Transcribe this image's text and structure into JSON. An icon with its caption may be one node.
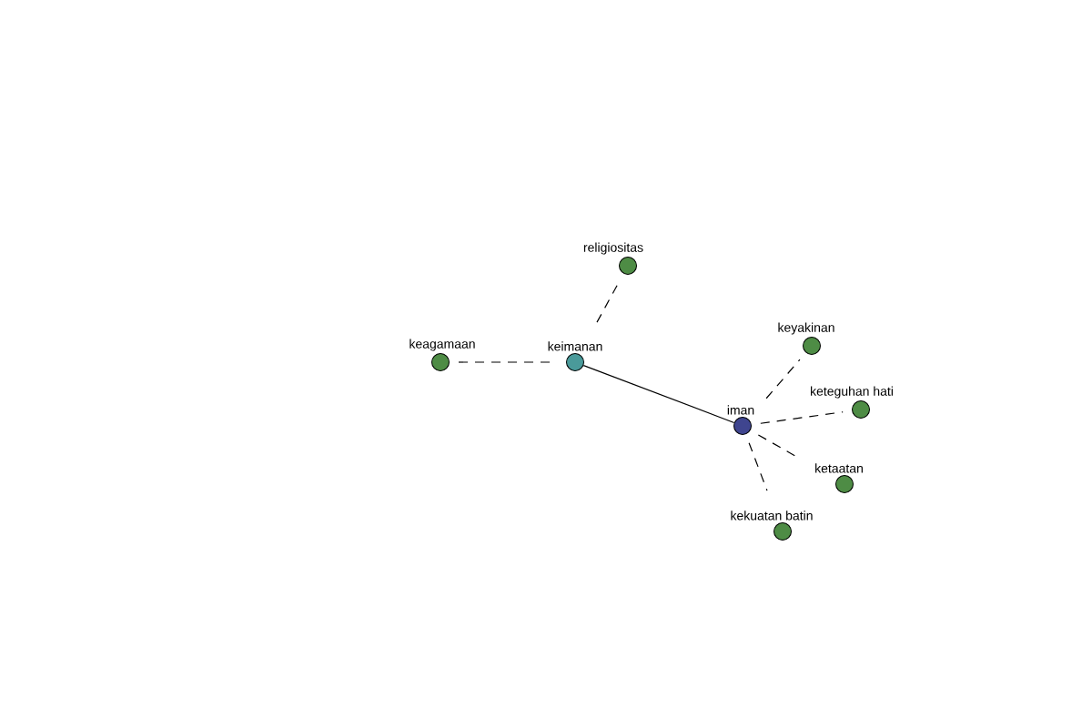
{
  "diagram": {
    "nodes": [
      {
        "text": [
          "religiositas"
        ]
      },
      {
        "text": [
          "keagamaan"
        ]
      },
      {
        "text": [
          "keimanan"
        ]
      },
      {
        "text": [
          "iman"
        ]
      },
      {
        "text": [
          "keyakinan"
        ]
      },
      {
        "text": [
          "keteguhan hati"
        ]
      },
      {
        "text": [
          "ketaatan"
        ]
      },
      {
        "text": [
          "kekuatan batin"
        ]
      }
    ],
    "edges": [
      {
        "from": 2,
        "to": 0,
        "arrow": "none",
        "style": "dashed"
      },
      {
        "from": 1,
        "to": 2,
        "arrow": "none",
        "style": "dashed"
      },
      {
        "from": 2,
        "to": 3,
        "arrow": "none"
      },
      {
        "from": 3,
        "to": 4,
        "arrow": "none",
        "style": "dashed"
      },
      {
        "from": 3,
        "to": 5,
        "arrow": "none",
        "style": "dashed"
      },
      {
        "from": 3,
        "to": 6,
        "arrow": "none",
        "style": "dashed"
      },
      {
        "from": 3,
        "to": 7,
        "arrow": "none",
        "style": "dashed"
      }
    ]
  }
}
